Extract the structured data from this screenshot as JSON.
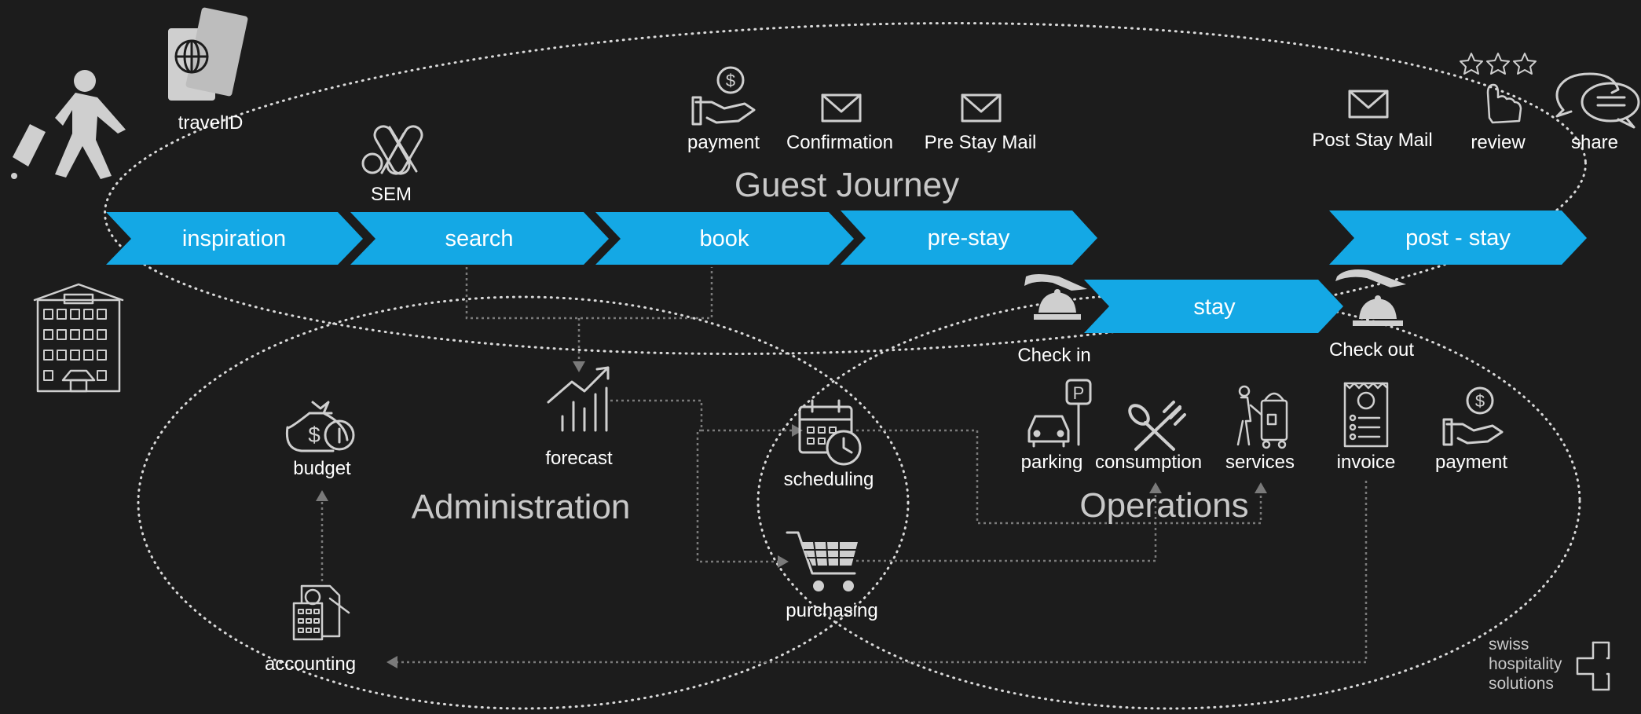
{
  "colors": {
    "background": "#1c1c1c",
    "chevron": "#14a8e5",
    "line": "#d9d9d9",
    "connector": "#7a7a7a",
    "icon": "#cfcfcf"
  },
  "sections": {
    "guest_journey": "Guest Journey",
    "administration": "Administration",
    "operations": "Operations"
  },
  "steps": {
    "inspiration": "inspiration",
    "search": "search",
    "book": "book",
    "pre_stay": "pre-stay",
    "stay": "stay",
    "post_stay": "post - stay"
  },
  "touchpoints": {
    "travelid": "travelID",
    "sem": "SEM",
    "payment": "payment",
    "confirmation": "Confirmation",
    "pre_stay_mail": "Pre Stay Mail",
    "post_stay_mail": "Post Stay Mail",
    "review": "review",
    "share": "share",
    "check_in": "Check in",
    "check_out": "Check out"
  },
  "admin": {
    "budget": "budget",
    "forecast": "forecast",
    "accounting": "accounting",
    "scheduling": "scheduling",
    "purchasing": "purchasing"
  },
  "operations": {
    "parking": "parking",
    "consumption": "consumption",
    "services": "services",
    "invoice": "invoice",
    "payment": "payment"
  },
  "brand": {
    "line1": "swiss",
    "line2": "hospitality",
    "line3": "solutions"
  },
  "icons": [
    "traveler-icon",
    "passport-icon",
    "hotel-icon",
    "google-ads-icon",
    "hand-coin-icon",
    "envelope-icon",
    "stars-icon",
    "pointer-hand-icon",
    "chat-bubbles-icon",
    "service-bell-icon",
    "money-bag-icon",
    "chart-up-icon",
    "calendar-clock-icon",
    "shopping-cart-icon",
    "calculator-doc-icon",
    "car-parking-icon",
    "fork-spoon-icon",
    "porter-luggage-icon",
    "receipt-icon",
    "swiss-cross-logo-icon"
  ]
}
